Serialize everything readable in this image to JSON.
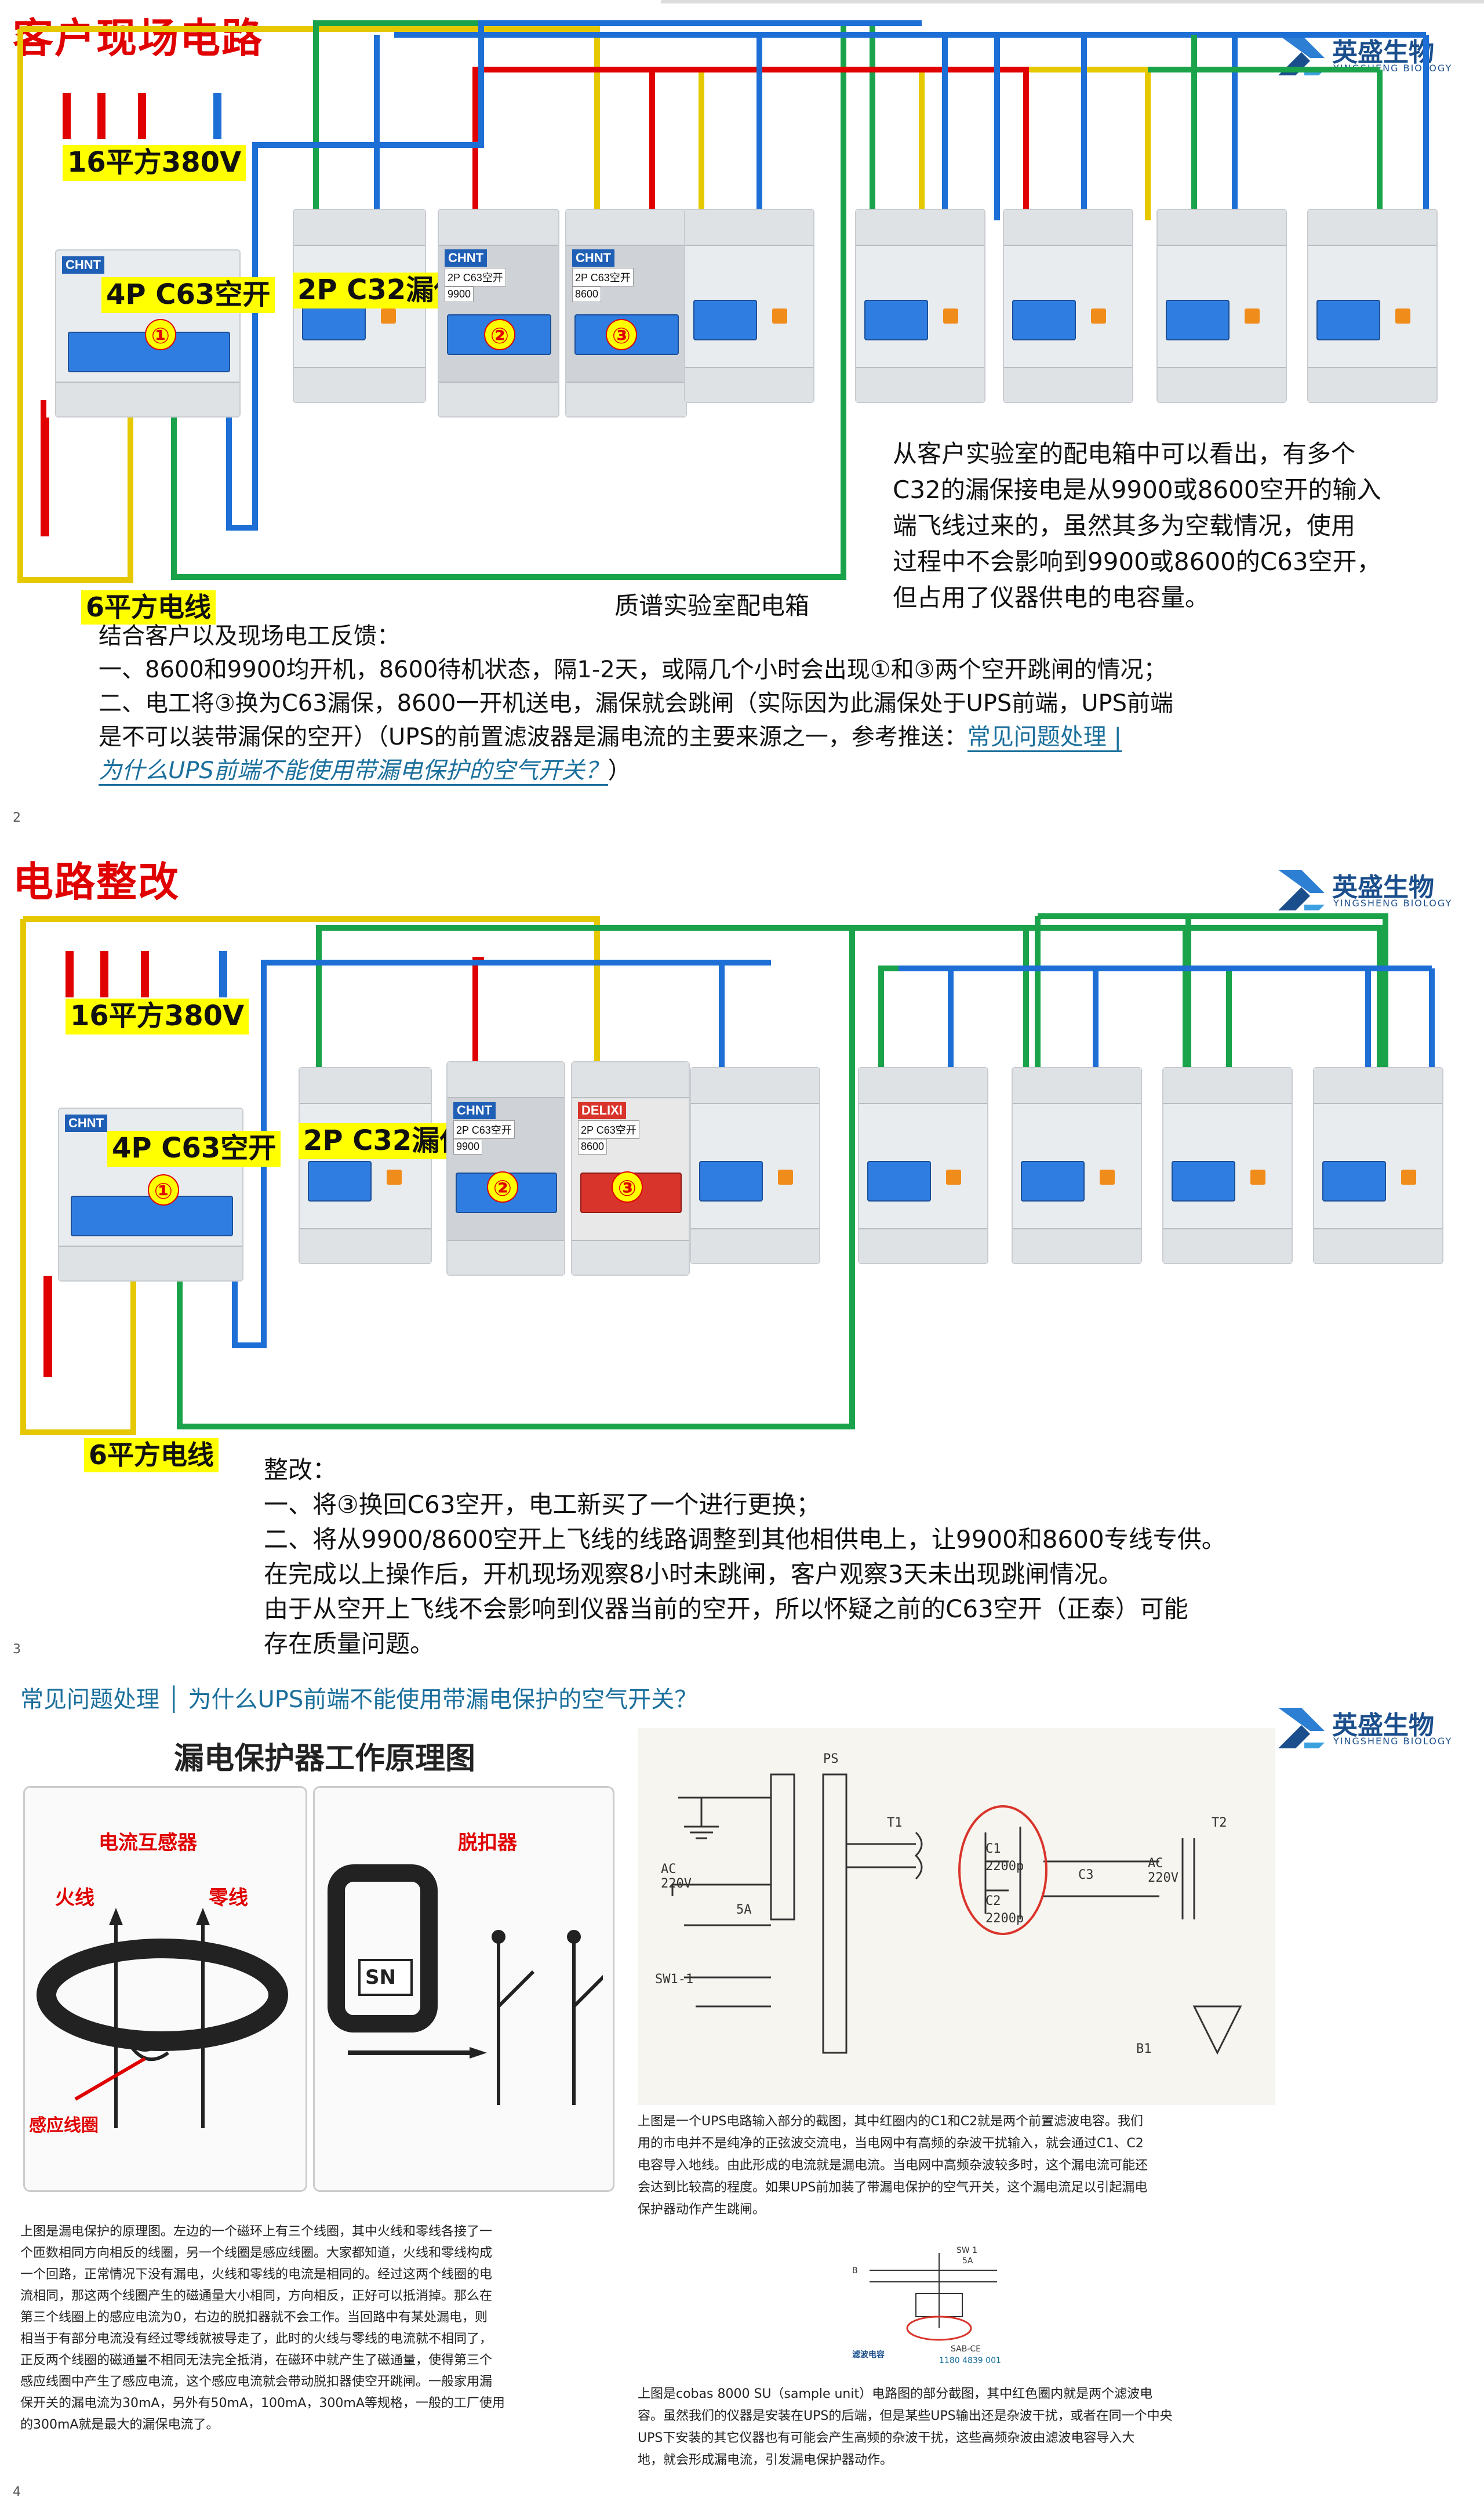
{
  "brand": {
    "cn": "英盛生物",
    "en": "YINGSHENG BIOLOGY"
  },
  "colors": {
    "red": "#e00000",
    "blue": "#1d6fd6",
    "green": "#1aa34a",
    "yellow": "#e6c800",
    "highlight": "#ffff00",
    "link": "#1a6f9c"
  },
  "section1": {
    "title": "客户现场电路",
    "label_cable16": "16平方380V",
    "label_main": "4P C63空开",
    "label_leak": "2P C32漏保",
    "label_cable6": "6平方电线",
    "label_room": "质谱实验室配电箱",
    "breaker_2_label": "2P C63空开",
    "breaker_2_model": "9900",
    "breaker_3_label": "2P C63空开",
    "breaker_3_model": "8600",
    "brand": "CHNT",
    "badge1": "①",
    "badge2": "②",
    "badge3": "③",
    "note": [
      "从客户实验室的配电箱中可以看出，有多个",
      "C32的漏保接电是从9900或8600空开的输入",
      "端飞线过来的，虽然其多为空载情况，使用",
      "过程中不会影响到9900或8600的C63空开，",
      "但占用了仪器供电的电容量。"
    ],
    "feedback_title": "结合客户以及现场电工反馈：",
    "feedback_1": "一、8600和9900均开机，8600待机状态，隔1-2天，或隔几个小时会出现①和③两个空开跳闸的情况；",
    "feedback_2a": "二、电工将③换为C63漏保，8600一开机送电，漏保就会跳闸（实际因为此漏保处于UPS前端，UPS前端",
    "feedback_2b": "是不可以装带漏保的空开）（UPS的前置滤波器是漏电流的主要来源之一，参考推送：",
    "feedback_link_a": "常见问题处理 |",
    "feedback_link_b": "为什么UPS前端不能使用带漏电保护的空气开关？",
    "feedback_tail": "）",
    "page": "2"
  },
  "section2": {
    "title": "电路整改",
    "label_cable16": "16平方380V",
    "label_main": "4P C63空开",
    "label_leak": "2P C32漏保",
    "label_cable6": "6平方电线",
    "breaker_2_label": "2P C63空开",
    "breaker_2_model": "9900",
    "breaker_3_label": "2P C63空开",
    "breaker_3_model": "8600",
    "brand": "CHNT",
    "brand_delixi": "DELIXI",
    "badge1": "①",
    "badge2": "②",
    "badge3": "③",
    "fix_title": "整改：",
    "fix_1": "一、将③换回C63空开，电工新买了一个进行更换；",
    "fix_2": "二、将从9900/8600空开上飞线的线路调整到其他相供电上，让9900和8600专线专供。",
    "fix_3": "在完成以上操作后，开机现场观察8小时未跳闸，客户观察3天未出现跳闸情况。",
    "fix_4": "由于从空开上飞线不会影响到仪器当前的空开，所以怀疑之前的C63空开（正泰）可能",
    "fix_5": "存在质量问题。",
    "page": "3"
  },
  "section3": {
    "heading": "常见问题处理 │ 为什么UPS前端不能使用带漏电保护的空气开关？",
    "diagram_title": "漏电保护器工作原理图",
    "label_ct": "电流互感器",
    "label_trip": "脱扣器",
    "label_live": "火线",
    "label_neutral": "零线",
    "label_coil": "感应线圈",
    "label_sn": "SN",
    "schem": {
      "ps": "PS",
      "t1": "T1",
      "t2": "T2",
      "c1": "C1",
      "c1v": "2200p",
      "c2": "C2",
      "c2v": "2200p",
      "c3": "C3",
      "ac_in": "AC",
      "ac_in_v": "220V",
      "fuse": "5A",
      "ac_out": "AC",
      "ac_out_v": "220V",
      "sw": "SW1-1",
      "b1": "B1"
    },
    "ups_text": [
      "上图是一个UPS电路输入部分的截图，其中红圈内的C1和C2就是两个前置滤波电容。我们",
      "用的市电并不是纯净的正弦波交流电，当电网中有高频的杂波干扰输入，就会通过C1、C2",
      "电容导入地线。由此形成的电流就是漏电流。当电网中高频杂波较多时，这个漏电流可能还",
      "会达到比较高的程度。如果UPS前加装了带漏电保护的空气开关，这个漏电流足以引起漏电",
      "保护器动作产生跳闸。"
    ],
    "leak_text": [
      "上图是漏电保护的原理图。左边的一个磁环上有三个线圈，其中火线和零线各接了一",
      "个匝数相同方向相反的线圈，另一个线圈是感应线圈。大家都知道，火线和零线构成",
      "一个回路，正常情况下没有漏电，火线和零线的电流是相同的。经过这两个线圈的电",
      "流相同，那这两个线圈产生的磁通量大小相同，方向相反，正好可以抵消掉。那么在",
      "第三个线圈上的感应电流为0，右边的脱扣器就不会工作。当回路中有某处漏电，则",
      "相当于有部分电流没有经过零线就被导走了，此时的火线与零线的电流就不相同了，",
      "正反两个线圈的磁通量不相同无法完全抵消，在磁环中就产生了磁通量，使得第三个",
      "感应线圈中产生了感应电流，这个感应电流就会带动脱扣器使空开跳闸。一般家用漏",
      "保开关的漏电流为30mA，另外有50mA，100mA，300mA等规格，一般的工厂使用",
      "的300mA就是最大的漏保电流了。"
    ],
    "small_schem": {
      "sw": "SW 1",
      "amp": "5A",
      "b": "B",
      "part": "SAB-CE",
      "pn": "1180 4839 001",
      "filter": "滤波电容"
    },
    "cobas_text": [
      "上图是cobas 8000 SU（sample unit）电路图的部分截图，其中红色圈内就是两个滤波电",
      "容。虽然我们的仪器是安装在UPS的后端，但是某些UPS输出还是杂波干扰，或者在同一个中央",
      "UPS下安装的其它仪器也有可能会产生高频的杂波干扰，这些高频杂波由滤波电容导入大",
      "地，就会形成漏电流，引发漏电保护器动作。"
    ],
    "page": "4"
  }
}
